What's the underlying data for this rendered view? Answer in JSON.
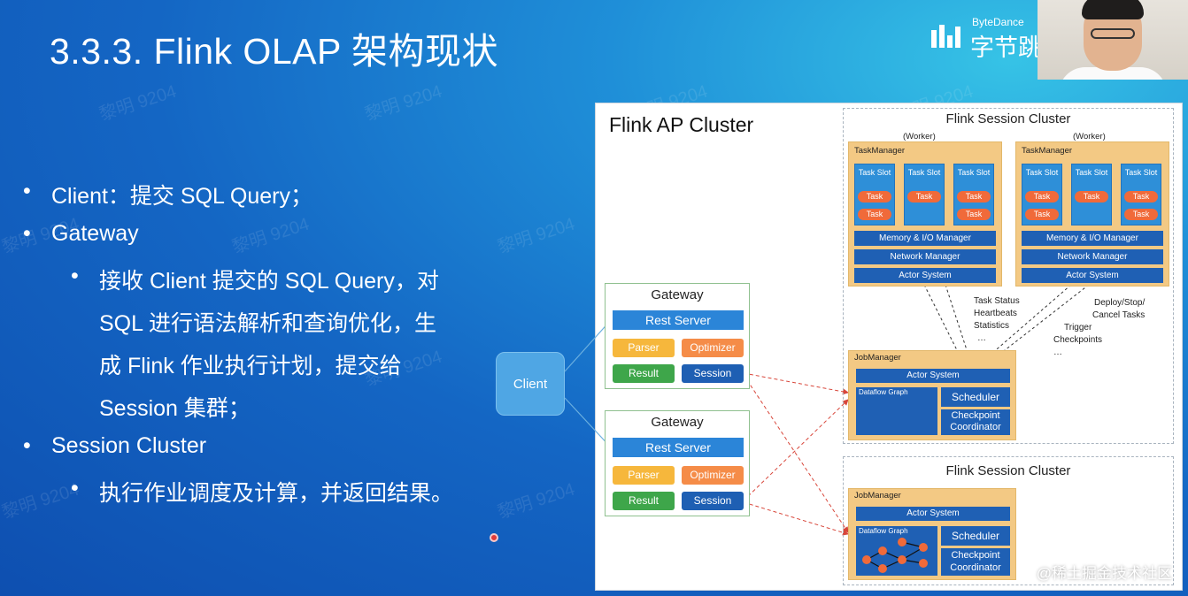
{
  "title": "3.3.3. Flink OLAP 架构现状",
  "brand": {
    "small": "ByteDance",
    "big": "字节跳动"
  },
  "bullets": {
    "client": "Client：提交 SQL Query；",
    "gateway": "Gateway",
    "gateway_sub": [
      "接收 Client 提交的 SQL Query，对",
      "SQL 进行语法解析和查询优化，生",
      "成 Flink 作业执行计划，提交给",
      "Session 集群；"
    ],
    "session_cluster": "Session Cluster",
    "session_sub": "执行作业调度及计算，并返回结果。"
  },
  "diagram": {
    "client": "Client",
    "panel_title": "Flink AP Cluster",
    "gateway": {
      "title": "Gateway",
      "rest": "Rest Server",
      "parser": "Parser",
      "optimizer": "Optimizer",
      "result": "Result",
      "session": "Session"
    },
    "cluster_top": "Flink Session Cluster",
    "cluster_bottom": "Flink Session Cluster",
    "worker": "(Worker)",
    "taskmanager": "TaskManager",
    "task_slot": "Task Slot",
    "task": "Task",
    "memory": "Memory & I/O Manager",
    "network": "Network Manager",
    "actor": "Actor System",
    "jobmanager": "JobManager",
    "dataflow": "Dataflow Graph",
    "scheduler": "Scheduler",
    "checkpoint": "Checkpoint Coordinator",
    "notes_left": [
      "Task Status",
      "Heartbeats",
      "Statistics",
      "…"
    ],
    "notes_right": [
      "Deploy/Stop/",
      "Cancel Tasks",
      "Trigger",
      "Checkpoints",
      "…"
    ]
  },
  "watermark": "黎明 9204",
  "footer": "@稀土掘金技术社区"
}
